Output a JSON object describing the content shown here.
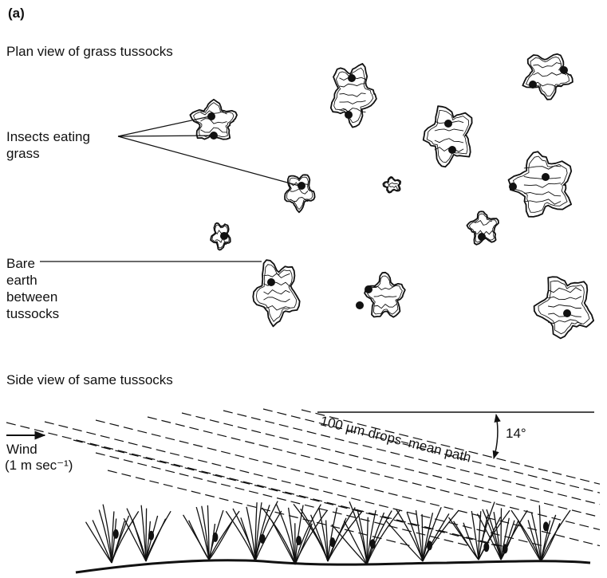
{
  "panel_label": "(a)",
  "plan_title": "Plan view of grass tussocks",
  "insects_label_line1": "Insects eating",
  "insects_label_line2": "grass",
  "bare_label_line1": "Bare",
  "bare_label_line2": "earth",
  "bare_label_line3": "between",
  "bare_label_line4": "tussocks",
  "side_title": "Side view of same tussocks",
  "wind_label": "Wind",
  "wind_speed_label": "(1 m sec⁻¹)",
  "drops_label": "100 µm drops–mean path",
  "angle_label": "14°"
}
